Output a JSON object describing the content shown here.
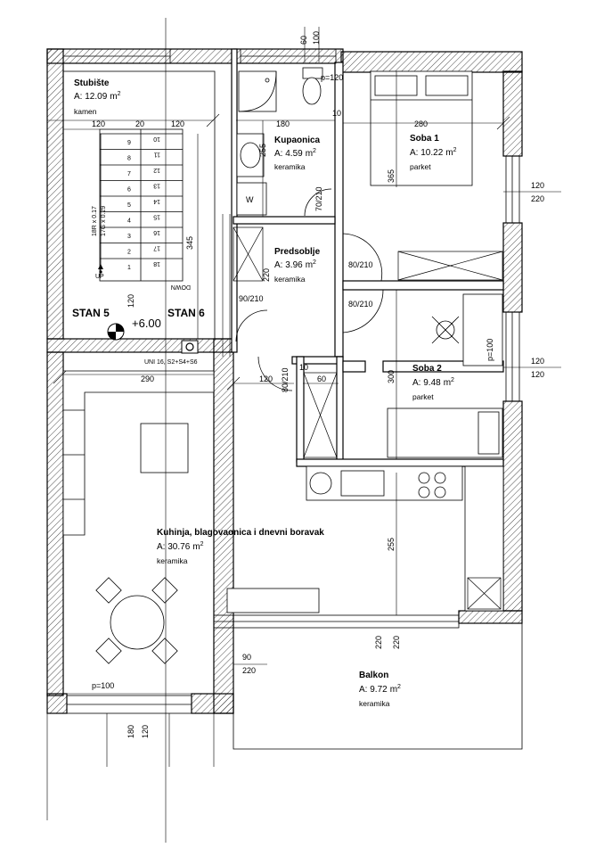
{
  "rooms": {
    "stubiste": {
      "name": "Stubište",
      "area_prefix": "A: ",
      "area": "12.09",
      "unit": "m",
      "sup": "2",
      "material": "kamen"
    },
    "kupaonica": {
      "name": "Kupaonica",
      "area_prefix": "A: ",
      "area": "4.59",
      "unit": "m",
      "sup": "2",
      "material": "keramika"
    },
    "soba1": {
      "name": "Soba 1",
      "area_prefix": "A: ",
      "area": "10.22",
      "unit": "m",
      "sup": "2",
      "material": "parket"
    },
    "predsoblje": {
      "name": "Predsoblje",
      "area_prefix": "A: ",
      "area": "3.96",
      "unit": "m",
      "sup": "2",
      "material": "keramika"
    },
    "soba2": {
      "name": "Soba 2",
      "area_prefix": "A: ",
      "area": "9.48",
      "unit": "m",
      "sup": "2",
      "material": "parket"
    },
    "kuhinja": {
      "name": "Kuhinja, blagovaonica i dnevni boravak",
      "area_prefix": "A: ",
      "area": "30.76",
      "unit": "m",
      "sup": "2",
      "material": "keramika"
    },
    "balkon": {
      "name": "Balkon",
      "area_prefix": "A: ",
      "area": "9.72",
      "unit": "m",
      "sup": "2",
      "material": "keramika"
    }
  },
  "labels": {
    "stan5": "STAN 5",
    "stan6": "STAN 6",
    "level": "+6.00",
    "uni": "UNI 16, S2+S4+S6",
    "up": "UP",
    "down": "DOWN",
    "stair_spec_a": "18R x 0.17",
    "stair_spec_b": "17G x 0.29",
    "washer": "W",
    "p_soba2": "p=100",
    "p_living": "p=100"
  },
  "stairs": {
    "up_steps": [
      "9",
      "8",
      "7",
      "6",
      "5",
      "4",
      "3",
      "2",
      "1"
    ],
    "down_steps": [
      "10",
      "11",
      "12",
      "13",
      "14",
      "15",
      "16",
      "17",
      "18"
    ]
  },
  "dims": {
    "top_60": "60",
    "top_100": "100",
    "p120_top": "p=120",
    "d120a": "120",
    "d20": "20",
    "d120b": "120",
    "d180": "180",
    "d10a": "10",
    "d280": "280",
    "d255a": "255",
    "d365": "365",
    "d345": "345",
    "d70_210": "70/210",
    "d220_pred": "220",
    "d80_210a": "80/210",
    "d80_210b": "80/210",
    "d90_210": "90/210",
    "d120_stan": "120",
    "d290": "290",
    "d120_hall": "120",
    "d80_210c": "80/210",
    "d10b": "10",
    "d60": "60",
    "d300": "300",
    "r120_top": "120",
    "r220_top": "220",
    "r120_mid": "120",
    "r120_mid2": "120",
    "d255b": "255",
    "d220a": "220",
    "d220b": "220",
    "d90": "90",
    "d220_bal": "220",
    "d180_bot": "180",
    "d120_bot": "120"
  }
}
